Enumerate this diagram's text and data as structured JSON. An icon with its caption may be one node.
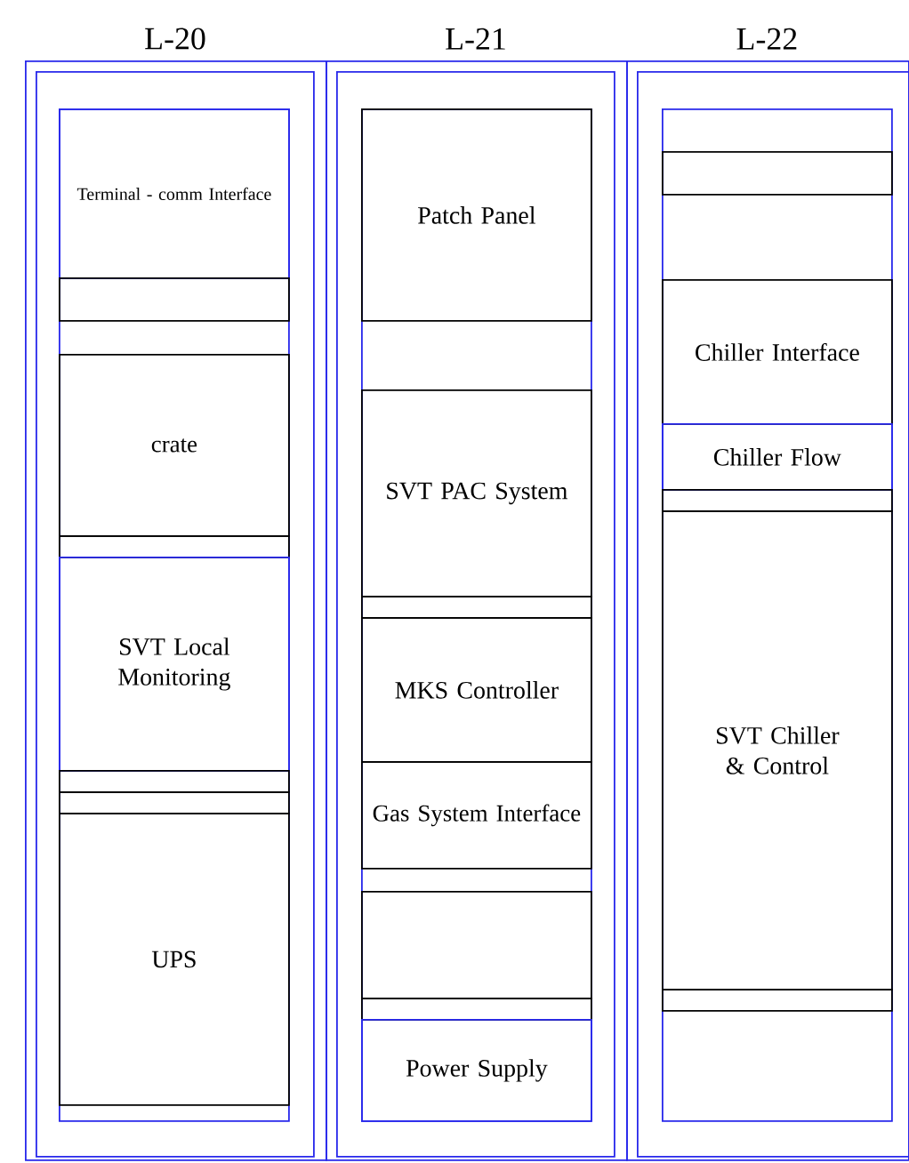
{
  "diagram": {
    "nodes": [
      {
        "text": [
          "L-20"
        ]
      },
      {
        "text": [],
        "shape": "box",
        "in": 0
      },
      {
        "text": [],
        "shape": "box",
        "in": 1
      },
      {
        "text": [
          "Terminal - comm Interface"
        ],
        "in": 2
      },
      {
        "text": [],
        "shape": "box",
        "in": 2
      },
      {
        "text": [
          "crate"
        ],
        "in": 2
      },
      {
        "text": [],
        "shape": "box",
        "in": 2
      },
      {
        "text": [
          "SVT Local Monitoring"
        ],
        "in": 2
      },
      {
        "text": [],
        "shape": "box",
        "in": 2
      },
      {
        "text": [],
        "shape": "box",
        "in": 2
      },
      {
        "text": [
          "UPS"
        ],
        "in": 2
      },
      {
        "text": [
          "L-21"
        ]
      },
      {
        "text": [],
        "shape": "box",
        "in": 11
      },
      {
        "text": [],
        "shape": "box",
        "in": 12
      },
      {
        "text": [
          "Patch Panel"
        ],
        "in": 13
      },
      {
        "text": [
          "SVT PAC System"
        ],
        "in": 13
      },
      {
        "text": [],
        "shape": "box",
        "in": 13
      },
      {
        "text": [
          "MKS Controller"
        ],
        "in": 13
      },
      {
        "text": [
          "Gas System Interface"
        ],
        "in": 13
      },
      {
        "text": [],
        "shape": "box",
        "in": 13
      },
      {
        "text": [],
        "shape": "box",
        "in": 13
      },
      {
        "text": [
          "Power Supply"
        ],
        "in": 13
      },
      {
        "text": [
          "L-22"
        ]
      },
      {
        "text": [],
        "shape": "box",
        "in": 22
      },
      {
        "text": [],
        "shape": "box",
        "in": 23
      },
      {
        "text": [],
        "shape": "box",
        "in": 24
      },
      {
        "text": [
          "Chiller Interface"
        ],
        "in": 24
      },
      {
        "text": [
          "Chiller Flow"
        ],
        "in": 24
      },
      {
        "text": [],
        "shape": "box",
        "in": 24
      },
      {
        "text": [
          "SVT Chiller & Control"
        ],
        "in": 24
      },
      {
        "text": [],
        "shape": "box",
        "in": 24
      }
    ]
  }
}
